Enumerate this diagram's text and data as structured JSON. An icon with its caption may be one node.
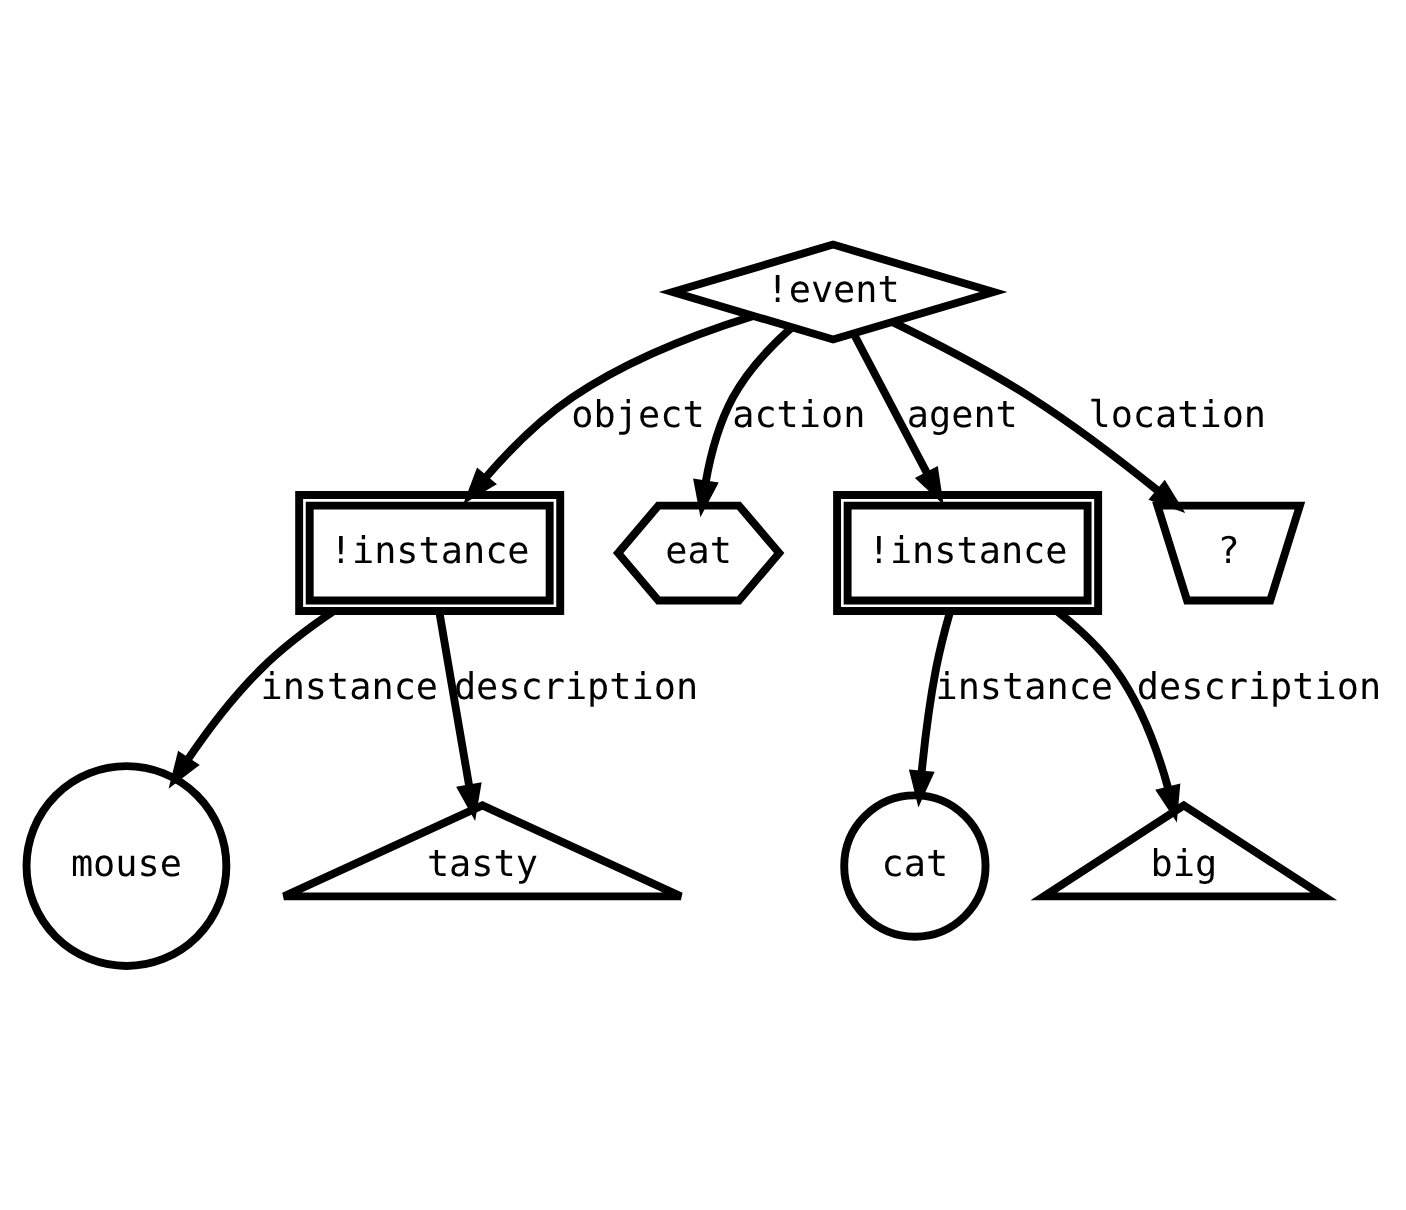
{
  "diagram": {
    "nodes": [
      {
        "text": [
          "!event"
        ]
      },
      {
        "text": [
          "!instance"
        ]
      },
      {
        "text": [
          "eat"
        ]
      },
      {
        "text": [
          "!instance"
        ]
      },
      {
        "text": [
          "?"
        ]
      },
      {
        "text": [
          "mouse"
        ]
      },
      {
        "text": [
          "tasty"
        ]
      },
      {
        "text": [
          "cat"
        ]
      },
      {
        "text": [
          "big"
        ]
      }
    ],
    "edges": [
      {
        "from": 0,
        "to": 1,
        "arrow": "to",
        "label": "object"
      },
      {
        "from": 0,
        "to": 2,
        "arrow": "to",
        "label": "action"
      },
      {
        "from": 0,
        "to": 3,
        "arrow": "to",
        "label": "agent"
      },
      {
        "from": 0,
        "to": 4,
        "arrow": "to",
        "label": "location"
      },
      {
        "from": 1,
        "to": 5,
        "arrow": "to",
        "label": "instance"
      },
      {
        "from": 1,
        "to": 6,
        "arrow": "to",
        "label": "description"
      },
      {
        "from": 3,
        "to": 7,
        "arrow": "to",
        "label": "instance"
      },
      {
        "from": 3,
        "to": 8,
        "arrow": "to",
        "label": "description"
      }
    ]
  }
}
